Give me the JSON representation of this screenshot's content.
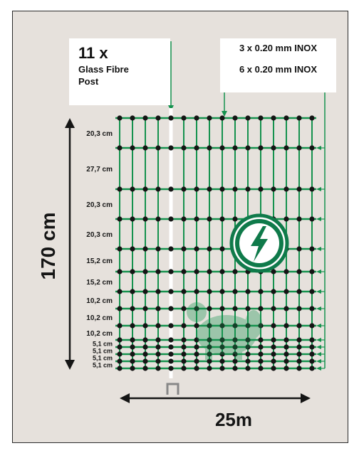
{
  "post": {
    "count": "11 x",
    "line1": "Glass Fibre",
    "line2": "Post"
  },
  "wires": {
    "line1": "3 x 0.20 mm INOX",
    "line2": "6 x 0.20 mm INOX"
  },
  "height_label": "170 cm",
  "length_label": "25m",
  "spacings": [
    "20,3 cm",
    "27,7 cm",
    "20,3 cm",
    "20,3 cm",
    "15,2 cm",
    "15,2 cm",
    "10,2 cm",
    "10,2 cm",
    "10,2 cm",
    "5,1 cm",
    "5,1 cm",
    "5,1 cm",
    "5,1 cm"
  ],
  "colors": {
    "background": "#e6e1dc",
    "mesh": "#15924e",
    "knot": "#151515",
    "post": "#ffffff",
    "badge": "#0f7a4a"
  },
  "icons": [
    "lightning-warning-icon",
    "ground-peg-icon",
    "height-arrow-icon",
    "length-arrow-icon"
  ]
}
